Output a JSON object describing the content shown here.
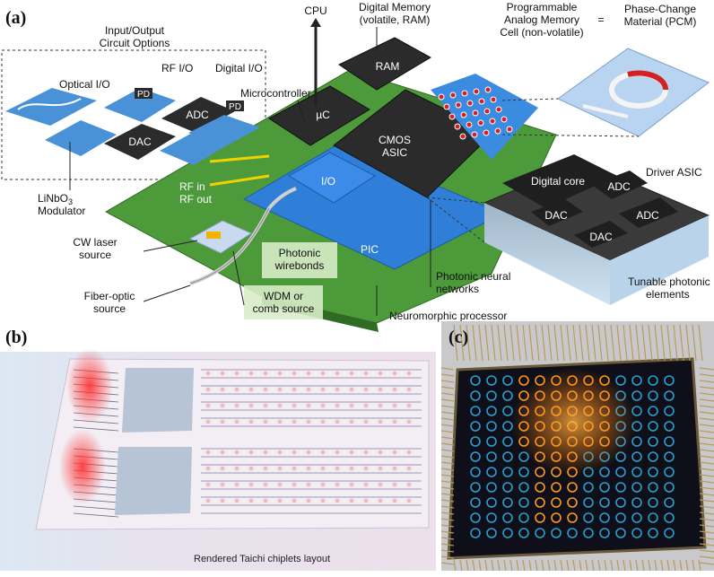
{
  "panels": {
    "a": {
      "tag": "(a)"
    },
    "b": {
      "tag": "(b)",
      "caption": "Rendered Taichi chiplets layout"
    },
    "c": {
      "tag": "(c)"
    }
  },
  "labels": {
    "io_options_l1": "Input/Output",
    "io_options_l2": "Circuit Options",
    "optical_io": "Optical I/O",
    "rf_io": "RF I/O",
    "digital_io": "Digital I/O",
    "pd1": "PD",
    "pd2": "PD",
    "adc_io": "ADC",
    "dac_io": "DAC",
    "linbo3_l1": "LiNbO",
    "linbo3_sub": "3",
    "linbo3_l2": "Modulator",
    "microcontroller": "Microcontroller",
    "cpu": "CPU",
    "digital_memory_l1": "Digital Memory",
    "digital_memory_l2": "(volatile, RAM)",
    "ram": "RAM",
    "uc": "µC",
    "pam_l1": "Programmable",
    "pam_l2": "Analog Memory",
    "pam_l3": "Cell (non-volatile)",
    "equals": "=",
    "pcm_l1": "Phase-Change",
    "pcm_l2": "Material (PCM)",
    "cmos_l1": "CMOS",
    "cmos_l2": "ASIC",
    "io_chip": "I/O",
    "rf_in": "RF in",
    "rf_out": "RF out",
    "pic": "PIC",
    "driver_asic": "Driver ASIC",
    "digital_core": "Digital core",
    "adc_a": "ADC",
    "adc_b": "ADC",
    "dac_a": "DAC",
    "dac_b": "DAC",
    "tunable_l1": "Tunable photonic",
    "tunable_l2": "elements",
    "cw_laser_l1": "CW laser",
    "cw_laser_l2": "source",
    "photonic_wb_l1": "Photonic",
    "photonic_wb_l2": "wirebonds",
    "fiber_l1": "Fiber-optic",
    "fiber_l2": "source",
    "wdm_l1": "WDM or",
    "wdm_l2": "comb source",
    "pnn_l1": "Photonic neural",
    "pnn_l2": "networks",
    "neuromorphic": "Neuromorphic processor"
  },
  "colors": {
    "board": "#4c9a3a",
    "pic": "#2f7fd8",
    "chip": "#2b2b2b",
    "yellow": "#f2d100",
    "pcm_red": "#d32020",
    "panel_c_bg": "#0e0f18",
    "waveguide_orange": "#ff9a20"
  }
}
